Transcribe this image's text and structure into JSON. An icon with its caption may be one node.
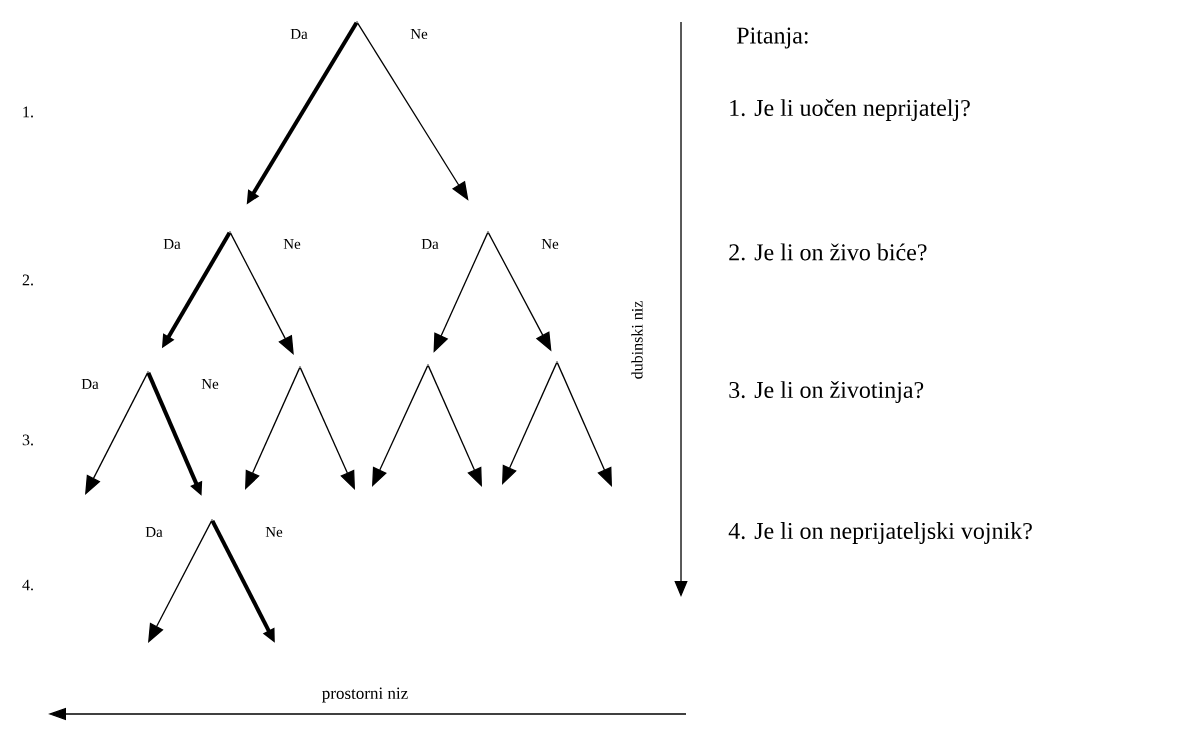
{
  "diagram": {
    "nodes": [
      {
        "text": [],
        "shape": "point",
        "beside": [
          "Da",
          "Ne"
        ]
      },
      {
        "text": [],
        "shape": "point",
        "beside": [
          "Da",
          "Ne"
        ]
      },
      {
        "text": [],
        "shape": "point",
        "beside": [
          "Da",
          "Ne"
        ]
      },
      {
        "text": [],
        "shape": "point",
        "beside": [
          "Da",
          "Ne"
        ]
      },
      {
        "text": [],
        "shape": "point"
      },
      {
        "text": [],
        "shape": "point"
      },
      {
        "text": [],
        "shape": "point"
      },
      {
        "text": [],
        "shape": "point",
        "beside": [
          "Da",
          "Ne"
        ]
      }
    ],
    "edges": [
      {
        "from": 0,
        "to": 1,
        "arrow": "to",
        "style": "thick"
      },
      {
        "from": 0,
        "to": 2,
        "arrow": "to"
      },
      {
        "from": 1,
        "to": 3,
        "arrow": "to",
        "style": "thick"
      },
      {
        "from": 1,
        "to": 4,
        "arrow": "to"
      },
      {
        "from": 2,
        "to": 5,
        "arrow": "to"
      },
      {
        "from": 2,
        "to": 6,
        "arrow": "to"
      },
      {
        "from": 3,
        "to": null,
        "arrow": "to"
      },
      {
        "from": 3,
        "to": 7,
        "arrow": "to",
        "style": "thick"
      },
      {
        "from": 4,
        "to": null,
        "arrow": "to"
      },
      {
        "from": 4,
        "to": null,
        "arrow": "to"
      },
      {
        "from": 5,
        "to": null,
        "arrow": "to"
      },
      {
        "from": 5,
        "to": null,
        "arrow": "to"
      },
      {
        "from": 6,
        "to": null,
        "arrow": "to"
      },
      {
        "from": 6,
        "to": null,
        "arrow": "to"
      },
      {
        "from": 7,
        "to": null,
        "arrow": "to"
      },
      {
        "from": 7,
        "to": null,
        "arrow": "to",
        "style": "thick"
      }
    ],
    "labels": [
      "Pitanja:",
      "1.",
      "1. Je li uočen neprijatelj?",
      "2.",
      "2. Je li on živo biće?",
      "dubinski niz",
      "3.",
      "3. Je li on životinja?",
      "4.",
      "4. Je li on neprijateljski vojnik?",
      "prostorni niz"
    ]
  }
}
